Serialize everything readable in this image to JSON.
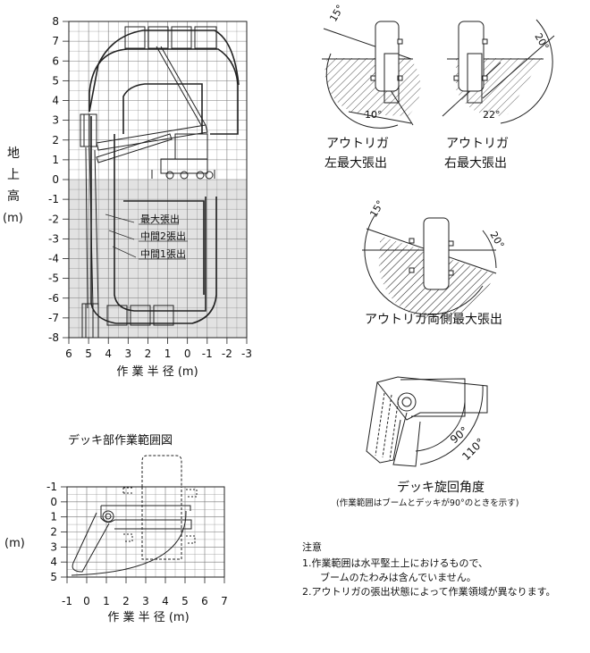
{
  "main_chart": {
    "ylabel_chars": [
      "地",
      "上",
      "高",
      "(m)"
    ],
    "yticks": [
      "8",
      "7",
      "6",
      "5",
      "4",
      "3",
      "2",
      "1",
      "0",
      "-1",
      "-2",
      "-3",
      "-4",
      "-5",
      "-6",
      "-7",
      "-8"
    ],
    "xticks": [
      "6",
      "5",
      "4",
      "3",
      "2",
      "1",
      "0",
      "-1",
      "-2",
      "-3"
    ],
    "xlabel": "作 業 半 径 (m)",
    "labels": [
      "最大張出",
      "中間2張出",
      "中間1張出"
    ]
  },
  "outrigger": {
    "left_max": {
      "line1": "アウトリガ",
      "line2": "左最大張出",
      "angle_top": "15°",
      "angle_bottom": "10°"
    },
    "right_max": {
      "line1": "アウトリガ",
      "line2": "右最大張出",
      "angle_top": "20°",
      "angle_bottom": "22°"
    },
    "both_max": {
      "caption": "アウトリガ両側最大張出",
      "angle_left": "15°",
      "angle_right": "20°"
    }
  },
  "deck_rotation": {
    "title": "デッキ旋回角度",
    "note": "(作業範囲はブームとデッキが90°のときを示す)",
    "angle1": "90°",
    "angle2": "110°"
  },
  "deck_chart": {
    "title": "デッキ部作業範囲図",
    "ylabel": "(m)",
    "yticks": [
      "-1",
      "0",
      "1",
      "2",
      "3",
      "4",
      "5"
    ],
    "xticks": [
      "-1",
      "0",
      "1",
      "2",
      "3",
      "4",
      "5",
      "6",
      "7"
    ],
    "xlabel": "作 業 半 径 (m)"
  },
  "notes": {
    "heading": "注意",
    "line1": "1.作業範囲は水平堅土上におけるもので、",
    "line2": "ブームのたわみは含んでいません。",
    "line3": "2.アウトリガの張出状態によって作業領域が異なります。"
  }
}
